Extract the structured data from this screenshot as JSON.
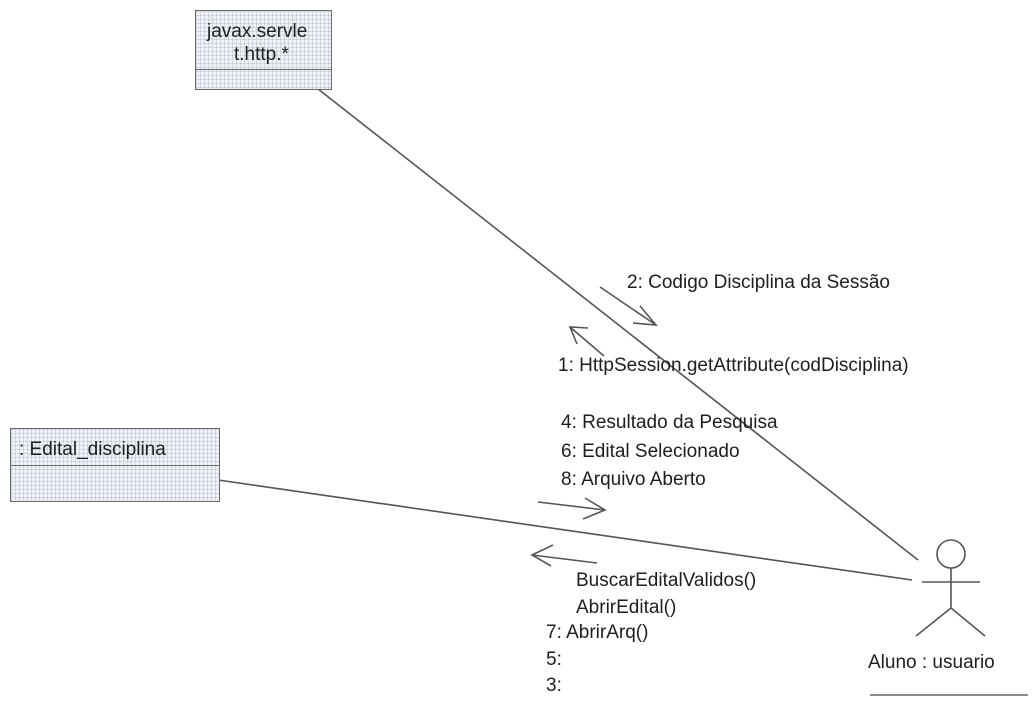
{
  "objects": {
    "servlet": {
      "line1": "javax.servle",
      "line2": "t.http.*"
    },
    "edital": {
      "name": ": Edital_disciplina"
    },
    "actor": {
      "name": "Aluno : usuario"
    }
  },
  "messages": {
    "m2": "2: Codigo Disciplina da Sessão",
    "m1": "1: HttpSession.getAttribute(codDisciplina)",
    "returns": [
      "4: Resultado da Pesquisa",
      "6: Edital Selecionado",
      "8: Arquivo Aberto"
    ],
    "calls": [
      "BuscarEditalValidos()",
      "AbrirEdital()",
      "7: AbrirArq()",
      "5:",
      "3:"
    ]
  }
}
